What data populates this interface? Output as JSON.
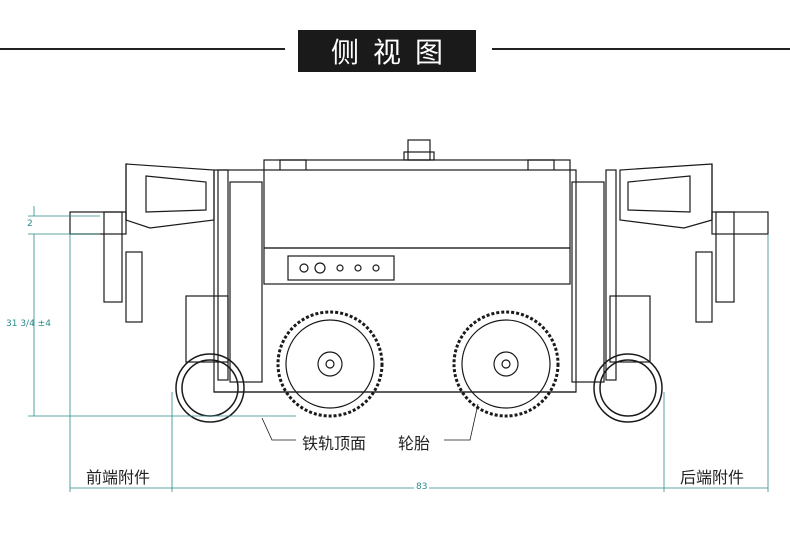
{
  "title": "侧视图",
  "labels": {
    "rail_top": "铁轨顶面",
    "tire": "轮胎",
    "front_attachment": "前端附件",
    "rear_attachment": "后端附件"
  },
  "dimensions": {
    "small_gap": "2",
    "height": "31 3/4 ±4",
    "width": "83"
  },
  "colors": {
    "line": "#1a1a1a",
    "dimension": "#2a8a8a",
    "title_bg": "#1a1a1a"
  }
}
